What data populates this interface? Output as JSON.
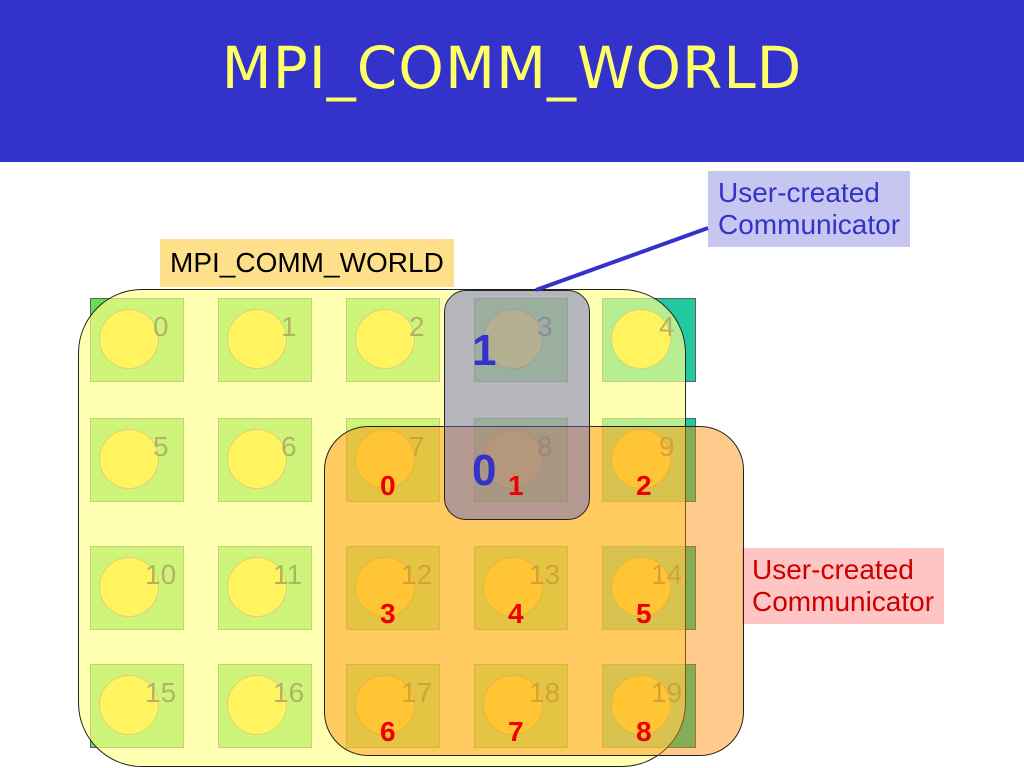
{
  "title": "MPI_COMM_WORLD",
  "world_label": "MPI_COMM_WORLD",
  "blue_communicator_label": [
    "User-created",
    "Communicator"
  ],
  "pink_communicator_label": [
    "User-created",
    "Communicator"
  ],
  "processes": [
    {
      "num": "0"
    },
    {
      "num": "1"
    },
    {
      "num": "2"
    },
    {
      "num": "3"
    },
    {
      "num": "4"
    },
    {
      "num": "5"
    },
    {
      "num": "6"
    },
    {
      "num": "7"
    },
    {
      "num": "8"
    },
    {
      "num": "9"
    },
    {
      "num": "10"
    },
    {
      "num": "11"
    },
    {
      "num": "12"
    },
    {
      "num": "13"
    },
    {
      "num": "14"
    },
    {
      "num": "15"
    },
    {
      "num": "16"
    },
    {
      "num": "17"
    },
    {
      "num": "18"
    },
    {
      "num": "19"
    }
  ],
  "pink_ranks": [
    {
      "process": "7",
      "rank": "0"
    },
    {
      "process": "8",
      "rank": "1"
    },
    {
      "process": "9",
      "rank": "2"
    },
    {
      "process": "12",
      "rank": "3"
    },
    {
      "process": "13",
      "rank": "4"
    },
    {
      "process": "14",
      "rank": "5"
    },
    {
      "process": "17",
      "rank": "6"
    },
    {
      "process": "18",
      "rank": "7"
    },
    {
      "process": "19",
      "rank": "8"
    }
  ],
  "blue_ranks": [
    {
      "process": "3",
      "rank": "1"
    },
    {
      "process": "8",
      "rank": "0"
    }
  ],
  "colors": {
    "title_bar": "#3333cc",
    "title_text": "#ffff66",
    "world_region": "#ffff8c",
    "pink_region": "#ff8c00",
    "blue_region": "#6464c8",
    "pink_rank": "#ee0000",
    "blue_rank": "#3333cc"
  }
}
